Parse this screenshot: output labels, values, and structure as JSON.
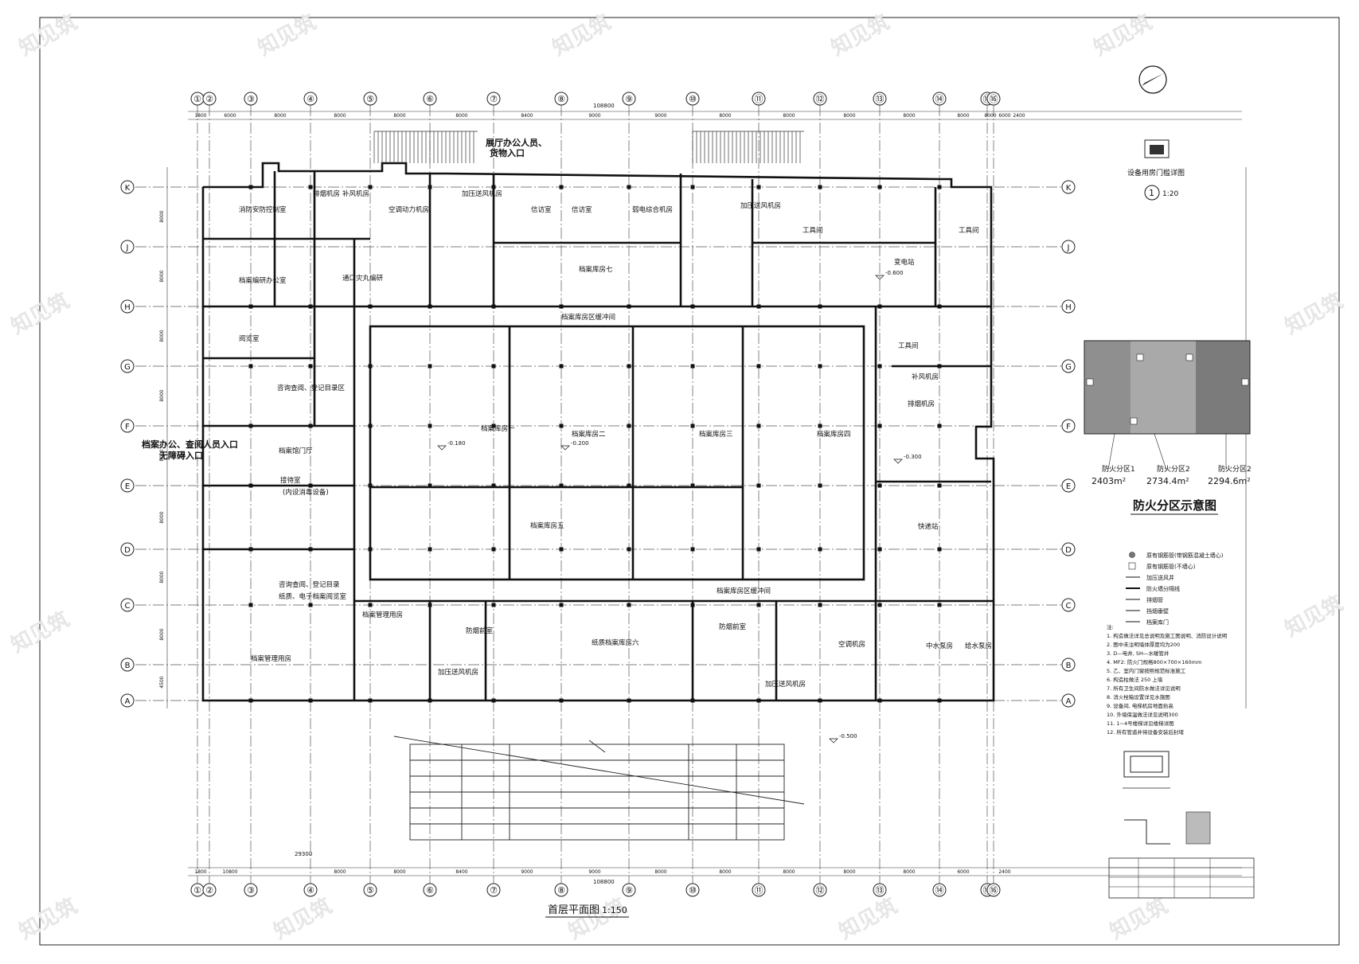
{
  "drawing": {
    "title": "首层平面图",
    "scale": "1:150",
    "total_dimension_top": "108800",
    "total_dimension_bottom": "108800",
    "grid_axes_vertical": [
      "①",
      "②",
      "③",
      "④",
      "⑤",
      "⑥",
      "⑦",
      "⑧",
      "⑨",
      "⑩",
      "⑪",
      "⑫",
      "⑬",
      "⑭",
      "⑮",
      "⑯"
    ],
    "grid_axes_horizontal": [
      "K",
      "J",
      "H",
      "G",
      "F",
      "E",
      "D",
      "C",
      "B",
      "A"
    ],
    "bay_dims_top": [
      "1800",
      "6000",
      "8000",
      "8000",
      "8000",
      "8000",
      "8400",
      "9000",
      "9000",
      "8000",
      "8000",
      "8000",
      "8000",
      "8000",
      "8000",
      "6000",
      "2400"
    ],
    "bay_dims_bottom": [
      "1800",
      "10800",
      "8000",
      "8000",
      "8400",
      "9000",
      "9000",
      "8000",
      "8000",
      "8000",
      "8000",
      "8000",
      "6000",
      "2400"
    ],
    "bottom_partial_dim": "29300",
    "row_dims_left": [
      "8000",
      "8000",
      "8000",
      "8000",
      "8000",
      "8000",
      "8000",
      "8000",
      "4500"
    ]
  },
  "rooms": [
    {
      "name": "消防安防控制室"
    },
    {
      "name": "排烟机房"
    },
    {
      "name": "补风机房"
    },
    {
      "name": "空调动力机房"
    },
    {
      "name": "加压送风机房"
    },
    {
      "name": "信访室"
    },
    {
      "name": "信访室"
    },
    {
      "name": "弱电综合机房"
    },
    {
      "name": "加压送风机房"
    },
    {
      "name": "工具间"
    },
    {
      "name": "工具间"
    },
    {
      "name": "档案编研办公室"
    },
    {
      "name": "通口灾丸编研"
    },
    {
      "name": "档案库房七"
    },
    {
      "name": "变电站"
    },
    {
      "name": "阅览室"
    },
    {
      "name": "档案库房区缓冲间"
    },
    {
      "name": "档案库房一"
    },
    {
      "name": "档案库房二"
    },
    {
      "name": "档案库房三"
    },
    {
      "name": "档案库房四"
    },
    {
      "name": "工具间"
    },
    {
      "name": "补风机房"
    },
    {
      "name": "排烟机房"
    },
    {
      "name": "咨询查阅、登记目录区"
    },
    {
      "name": "档案馆门厅"
    },
    {
      "name": "接待室"
    },
    {
      "name": "(内设消毒设备)"
    },
    {
      "name": "档案库房五"
    },
    {
      "name": "快递站"
    },
    {
      "name": "咨询查阅、登记目录"
    },
    {
      "name": "纸质、电子档案阅览室"
    },
    {
      "name": "档案库房区缓冲间"
    },
    {
      "name": "档案管理用房"
    },
    {
      "name": "防烟前室"
    },
    {
      "name": "纸质档案库房六"
    },
    {
      "name": "防烟前室"
    },
    {
      "name": "空调机房"
    },
    {
      "name": "中水泵房"
    },
    {
      "name": "给水泵房"
    },
    {
      "name": "档案管理用房"
    },
    {
      "name": "加压送风机房"
    },
    {
      "name": "加压送风机房"
    }
  ],
  "entrances": [
    {
      "text": "展厅办公人员、",
      "text2": "货物入口"
    },
    {
      "text": "档案办公、查阅人员入口",
      "text2": "无障碍入口"
    }
  ],
  "detail": {
    "title": "设备用房门槛详图",
    "number": "1",
    "scale": "1:20"
  },
  "fire_zones": {
    "title": "防火分区示意图",
    "zones": [
      {
        "name": "防火分区1",
        "area": "2403m²",
        "color": "#8f8f8f"
      },
      {
        "name": "防火分区2",
        "area": "2734.4m²",
        "color": "#a9a9a9"
      },
      {
        "name": "防火分区2",
        "area": "2294.6m²",
        "color": "#7b7b7b"
      }
    ]
  },
  "legend": [
    {
      "label": "原有钢筋管(带钢筋混凝土墙心)"
    },
    {
      "label": "原有钢筋管(不墙心)"
    },
    {
      "label": "加压送风井"
    },
    {
      "label": "防火墙分隔线"
    },
    {
      "label": "排烟管"
    },
    {
      "label": "挡烟垂壁"
    },
    {
      "label": "档案库门"
    }
  ],
  "notes": [
    "注:",
    "1. 构造做法详见总说明及施工图说明、消防设计说明",
    "2. 图中未注明墙体厚度均为200",
    "3. D—电井, SH—水暖管井",
    "4. MF2: 防火门规格800×700×160mm",
    "5. 乙、室内门窗按照规范标准施工",
    "6. 构造柱做法 250 上墙",
    "7. 所有卫生间防水做法详见说明",
    "8. 消火栓箱设置详见水施图",
    "9. 设备间, 电梯机房地面抬高",
    "10. 外墙保温做法详见说明300",
    "11. 1~4号楼梯详见楼梯详图",
    "12. 所有管道井待设备安装后封堵"
  ],
  "watermark": "知见筑",
  "elevation_marks": [
    "-0.180",
    "-0.200",
    "-0.300",
    "-0.600",
    "-0.500"
  ]
}
